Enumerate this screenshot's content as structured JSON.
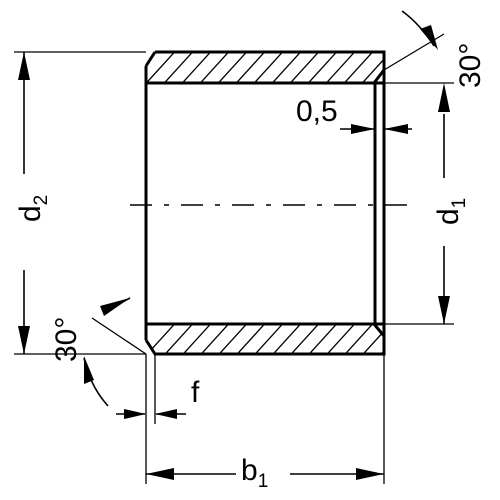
{
  "labels": {
    "d2_main": "d",
    "d2_sub": "2",
    "d1_main": "d",
    "d1_sub": "1",
    "b1_main": "b",
    "b1_sub": "1",
    "f": "f",
    "chamfer_gap": "0,5",
    "angle_top": "30°",
    "angle_bottom": "30°"
  }
}
